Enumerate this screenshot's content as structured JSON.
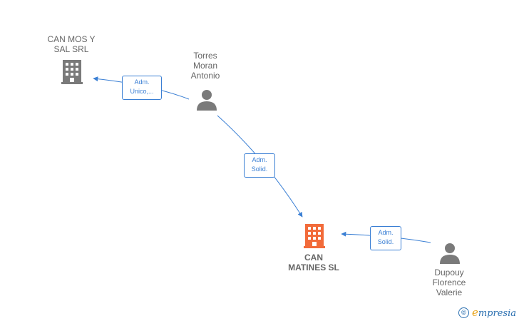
{
  "colors": {
    "company": "#7a7a7a",
    "company_highlight": "#f26b3a",
    "person": "#7a7a7a",
    "edge": "#3a7fd4"
  },
  "nodes": [
    {
      "id": "can-mos-y-sal",
      "type": "company",
      "icon": "building-icon",
      "label": "CAN MOS Y\nSAL SRL"
    },
    {
      "id": "torres-moran",
      "type": "person",
      "icon": "person-icon",
      "label": "Torres\nMoran\nAntonio"
    },
    {
      "id": "can-matines",
      "type": "company",
      "icon": "building-icon",
      "highlight": true,
      "label": "CAN\nMATINES  SL"
    },
    {
      "id": "dupouy",
      "type": "person",
      "icon": "person-icon",
      "label": "Dupouy\nFlorence\nValerie"
    }
  ],
  "edges": [
    {
      "from": "torres-moran",
      "to": "can-mos-y-sal",
      "label": "Adm.\nUnico,..."
    },
    {
      "from": "torres-moran",
      "to": "can-matines",
      "label": "Adm.\nSolid."
    },
    {
      "from": "dupouy",
      "to": "can-matines",
      "label": "Adm.\nSolid."
    }
  ],
  "watermark": {
    "symbol": "©",
    "brand_initial": "e",
    "brand_rest": "mpresia"
  }
}
